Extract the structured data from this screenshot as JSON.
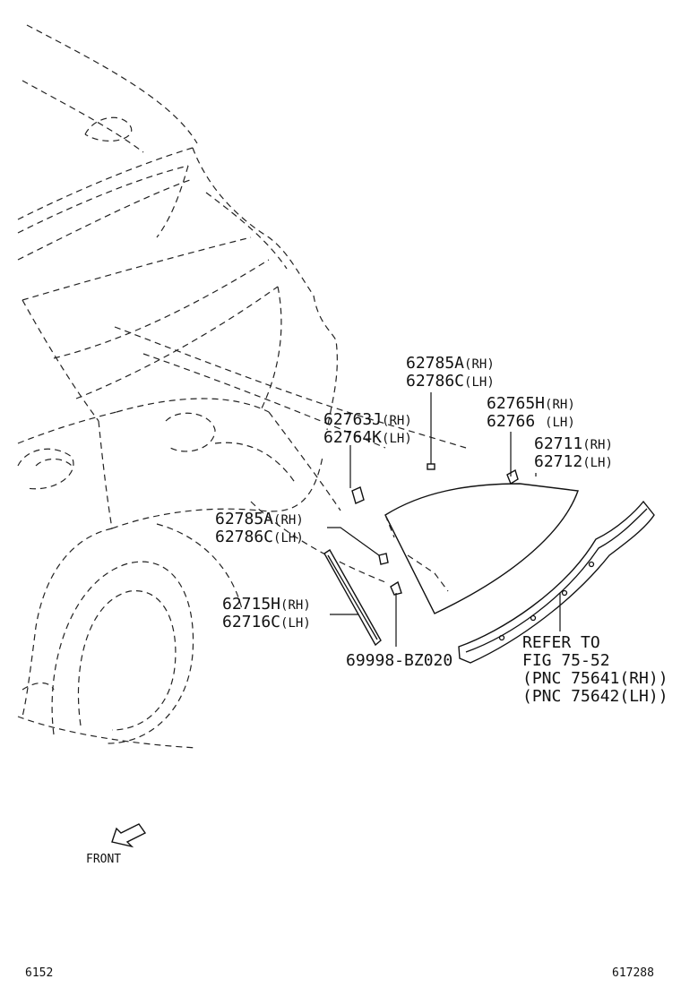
{
  "callouts": {
    "c1": {
      "rh_part": "62785A",
      "rh_tag": "(RH)",
      "lh_part": "62786C",
      "lh_tag": "(LH)"
    },
    "c2": {
      "rh_part": "62765H",
      "rh_tag": "(RH)",
      "lh_part": "62766 ",
      "lh_tag": "(LH)"
    },
    "c3": {
      "rh_part": "62763J",
      "rh_tag": "(RH)",
      "lh_part": "62764K",
      "lh_tag": "(LH)"
    },
    "c4": {
      "rh_part": "62711",
      "rh_tag": "(RH)",
      "lh_part": "62712",
      "lh_tag": "(LH)"
    },
    "c5": {
      "rh_part": "62785A",
      "rh_tag": "(RH)",
      "lh_part": "62786C",
      "lh_tag": "(LH)"
    },
    "c6": {
      "rh_part": "62715H",
      "rh_tag": "(RH)",
      "lh_part": "62716C",
      "lh_tag": "(LH)"
    },
    "c7": {
      "part": "69998-BZ020"
    }
  },
  "refer": {
    "line1": "REFER TO",
    "line2": "FIG 75-52",
    "line3": "(PNC 75641(RH))",
    "line4": "(PNC 75642(LH))"
  },
  "front_label": "FRONT",
  "footer": {
    "left": "6152",
    "right": "617288"
  }
}
